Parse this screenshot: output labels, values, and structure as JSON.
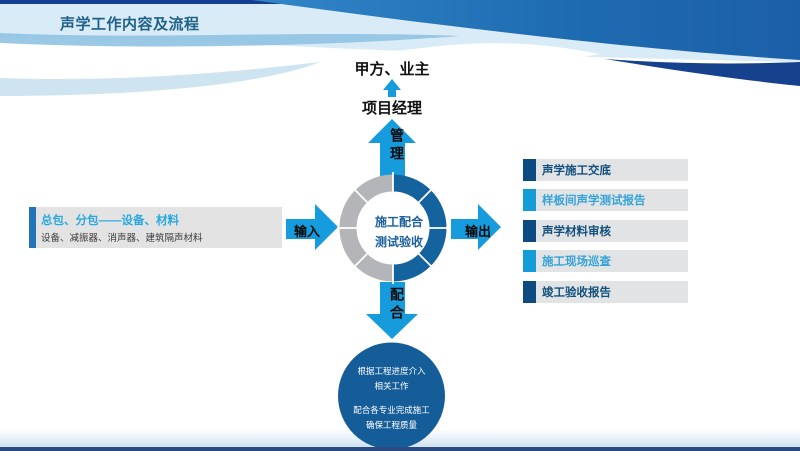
{
  "header": {
    "title": "声学工作内容及流程"
  },
  "top_flow": {
    "client": "甲方、业主",
    "manager": "项目经理",
    "arrow_label": "管理"
  },
  "left_box": {
    "line1": "总包、分包——设备、材料",
    "line2": "设备、减振器、消声器、建筑隔声材料"
  },
  "input_label": "输入",
  "center": {
    "line1": "施工配合",
    "line2": "测试验收"
  },
  "output_label": "输出",
  "outputs": [
    {
      "label": "声学施工交底",
      "variant": "dark"
    },
    {
      "label": "样板间声学测试报告",
      "variant": "light"
    },
    {
      "label": "声学材料审核",
      "variant": "dark"
    },
    {
      "label": "施工现场巡查",
      "variant": "light"
    },
    {
      "label": "竣工验收报告",
      "variant": "dark"
    }
  ],
  "bottom": {
    "arrow_label": "配合",
    "circle_lines": [
      "根据工程进度介入",
      "相关工作",
      "配合各专业完成施工",
      "确保工程质量"
    ]
  },
  "colors": {
    "bright_blue": "#169bdd",
    "medium_blue": "#2173b8",
    "navy": "#16418c",
    "donut_blue": "#15639e",
    "donut_gray": "#b3b5b8",
    "circle_blue": "#155d98",
    "list_dark": "#0e4a82",
    "list_light": "#149cd8"
  }
}
